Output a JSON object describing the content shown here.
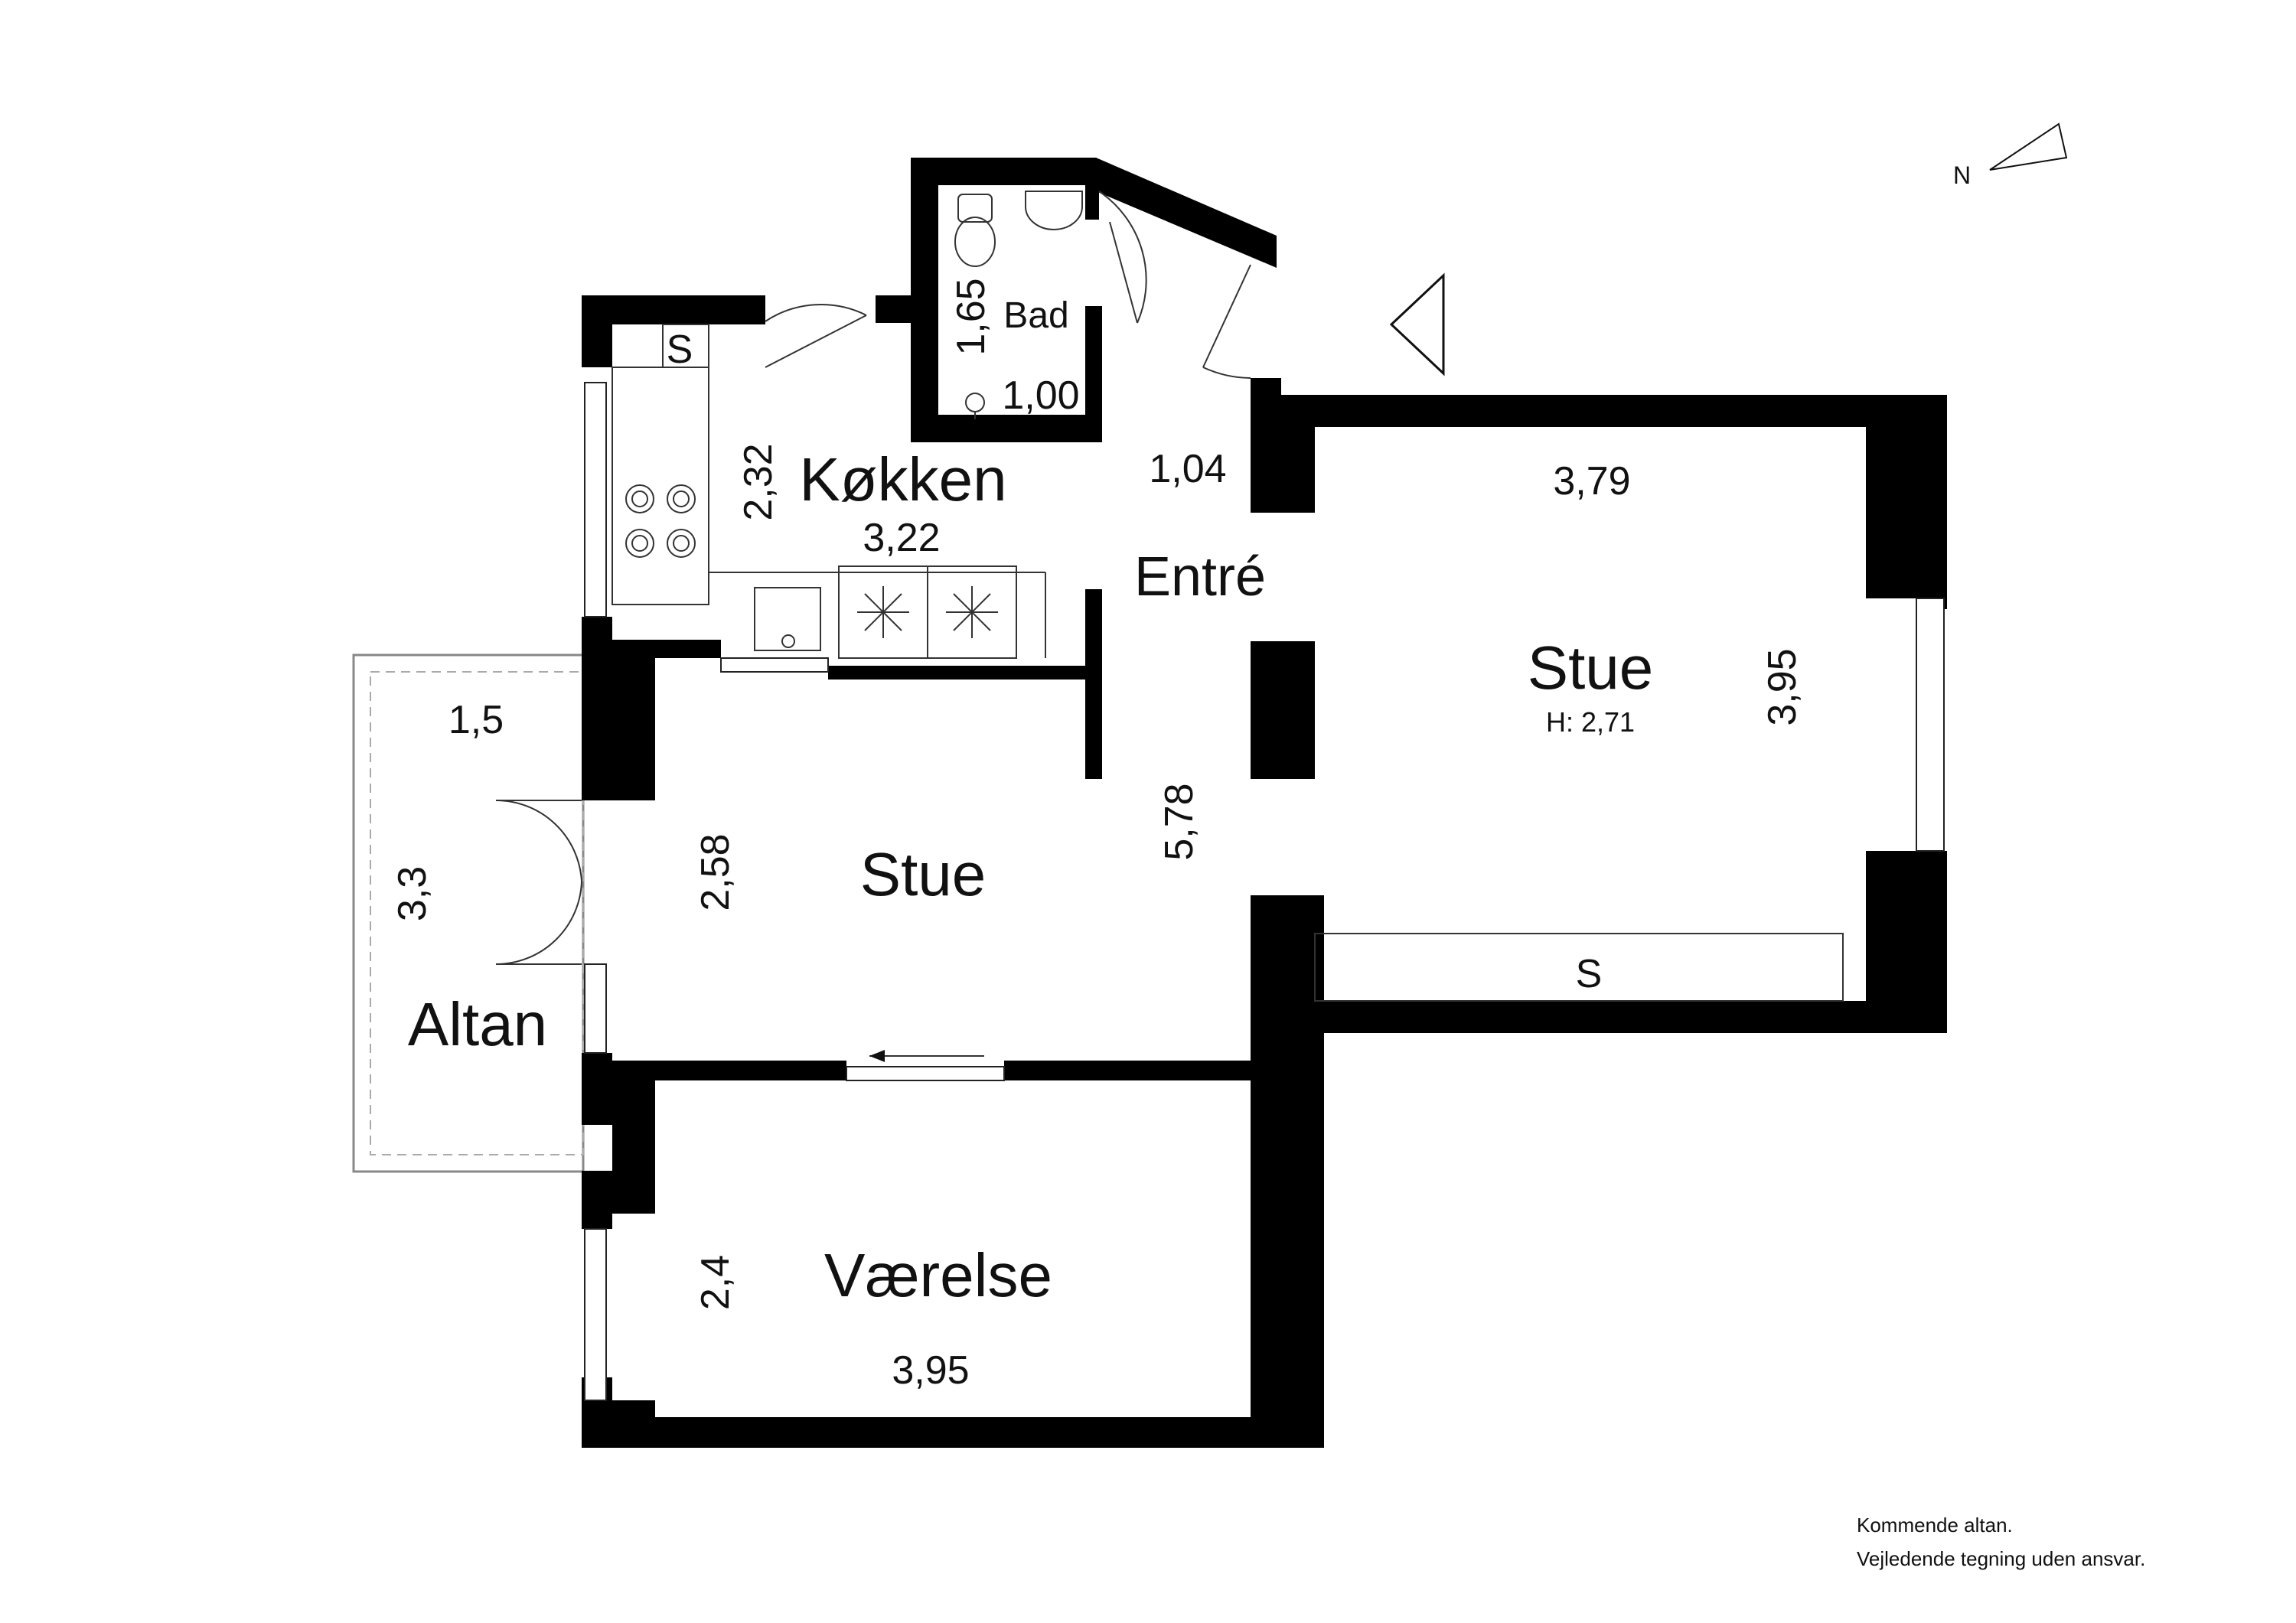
{
  "rooms": {
    "kitchen": {
      "name": "Køkken",
      "dim_horizontal": "3,22",
      "dim_vertical": "2,32"
    },
    "bath": {
      "name": "Bad",
      "dim_horizontal": "1,00",
      "dim_vertical": "1,65"
    },
    "entry": {
      "name": "Entré",
      "dim": "1,04"
    },
    "living_right": {
      "name": "Stue",
      "height": "H: 2,71",
      "dim_horizontal": "3,79",
      "dim_vertical": "3,95"
    },
    "living_left": {
      "name": "Stue",
      "dim_vertical": "2,58",
      "dim_long": "5,78"
    },
    "bedroom": {
      "name": "Værelse",
      "dim_horizontal": "3,95",
      "dim_vertical": "2,4"
    },
    "balcony": {
      "name": "Altan",
      "dim_horizontal": "1,5",
      "dim_vertical": "3,3"
    }
  },
  "closets": {
    "kitchen": "S",
    "living": "S"
  },
  "compass": {
    "label": "N"
  },
  "notes": [
    "Kommende altan.",
    "Vejledende tegning uden ansvar."
  ]
}
